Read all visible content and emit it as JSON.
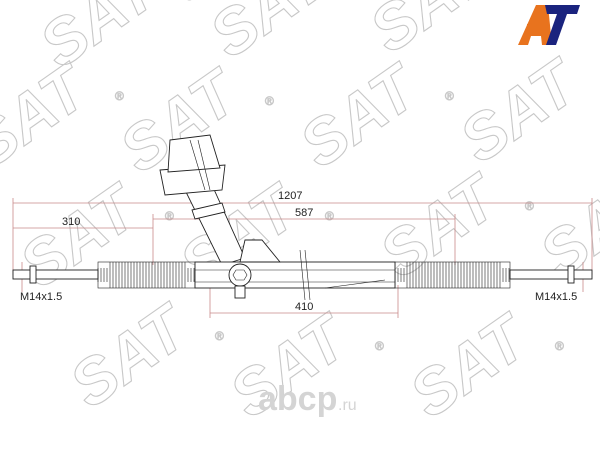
{
  "watermark": {
    "text": "SAT",
    "registered": "®"
  },
  "brand_logo": {
    "text": "AT",
    "colors": {
      "a": "#e8731e",
      "t": "#1a237e"
    }
  },
  "site_watermark": {
    "text": "abcp",
    "suffix": ".ru"
  },
  "dimensions": {
    "overall": "1207",
    "housing": "587",
    "left_offset": "310",
    "center": "410",
    "thread_left": "M14x1.5",
    "thread_right": "M14x1.5"
  }
}
